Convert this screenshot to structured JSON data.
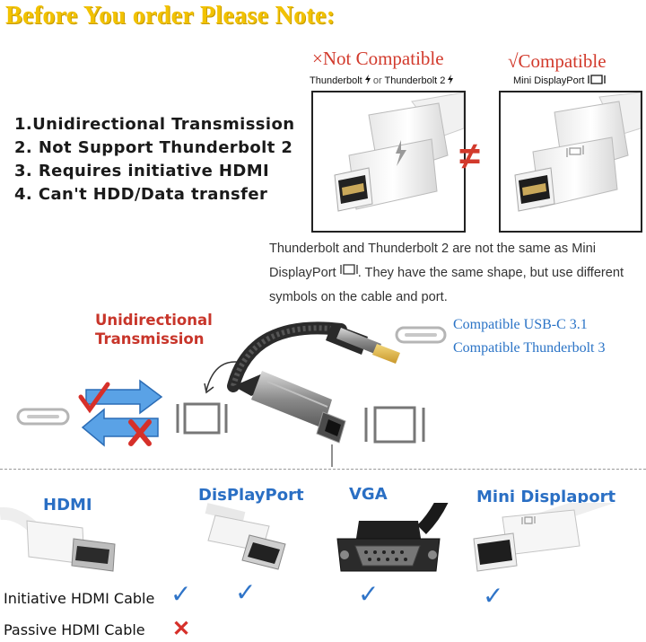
{
  "headline": "Before You order Please Note:",
  "notes": [
    "1.Unidirectional Transmission",
    "2. Not Support Thunderbolt 2",
    "3. Requires initiative HDMI",
    "4. Can't HDD/Data transfer"
  ],
  "not_compatible": {
    "mark": "×",
    "title": "Not Compatible",
    "sub_a": "Thunderbolt",
    "sub_or": "or",
    "sub_b": "Thunderbolt 2"
  },
  "compatible": {
    "mark": "√",
    "title": "Compatible",
    "sub": "Mini DisplayPort"
  },
  "not_equal_sign": "≠",
  "paragraph": [
    "Thunderbolt and Thunderbolt 2 are not the same as Mini",
    "DisplayPort",
    ". They have the same shape, but use different",
    "symbols on the cable and port."
  ],
  "unidirectional": [
    "Unidirectional",
    "Transmission"
  ],
  "compat_usbc": [
    "Compatible  USB-C 3.1",
    "Compatible Thunderbolt 3"
  ],
  "cables": [
    "HDMI",
    "DisPlayPort",
    "VGA",
    "Mini Displaport"
  ],
  "rows": {
    "initiative": "Initiative HDMI Cable",
    "passive": "Passive HDMI Cable"
  },
  "check_glyph": "✓",
  "x_glyph": "✕",
  "colors": {
    "headline": "#f2c200",
    "red": "#d23a2c",
    "blue": "#2a73c6",
    "check": "#2f74c8"
  }
}
